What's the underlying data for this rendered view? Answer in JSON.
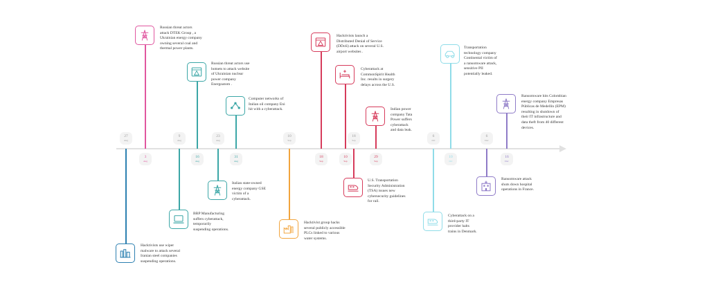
{
  "colors": {
    "axis": "#e1e1e1",
    "pink": "#e0569f",
    "teal": "#3aa6a6",
    "blue": "#2b7fb0",
    "orange": "#f2a43c",
    "red": "#d63a5a",
    "cyan": "#8fdce8",
    "purple": "#8e7ac7"
  },
  "dates": [
    {
      "d": "27",
      "m": "Aug"
    },
    {
      "d": "3",
      "m": "Aug"
    },
    {
      "d": "9",
      "m": "Aug"
    },
    {
      "d": "16",
      "m": "Aug"
    },
    {
      "d": "23",
      "m": "Aug"
    },
    {
      "d": "31",
      "m": "Aug"
    },
    {
      "d": "10",
      "m": "Sep"
    },
    {
      "d": "18",
      "m": "Sep"
    },
    {
      "d": "10",
      "m": "Sep"
    },
    {
      "d": "18",
      "m": "Sep"
    },
    {
      "d": "29",
      "m": "Sep"
    },
    {
      "d": "6",
      "m": "Oct"
    },
    {
      "d": "10",
      "m": "Oct"
    },
    {
      "d": "6",
      "m": "Dec"
    },
    {
      "d": "16",
      "m": "Dec"
    }
  ],
  "events": [
    {
      "icon": "factory-icon",
      "lines": [
        "Hacktivists use wiper",
        "malware to attack several",
        "Iranian steel companies",
        "suspending operations."
      ]
    },
    {
      "icon": "power-tower-icon",
      "lines": [
        "Russian threat actors",
        "attack    DTEK Group   , a",
        "Ukrainian energy company",
        "owning several coal and",
        "thermal power plants."
      ]
    },
    {
      "icon": "laptop-icon",
      "lines": [
        "BRP Manufacturing",
        "suffers cyberattack,",
        "temporarily",
        "suspending operations."
      ]
    },
    {
      "icon": "warning-window-icon",
      "lines": [
        "Russian threat actors use",
        "botnets to attack       website",
        "of Ukrainian nuclear",
        "power company",
        "Energoatom        ."
      ]
    },
    {
      "icon": "power-tower-icon",
      "lines": [
        "Italian state-owned",
        "energy company         GSE",
        "victim of a",
        "cyberattack."
      ]
    },
    {
      "icon": "network-icon",
      "lines": [
        "Computer networks of",
        "Italian oil company       Eni",
        "hit with a cyberattack."
      ]
    },
    {
      "icon": "water-plant-icon",
      "lines": [
        "Hacktivist group hacks",
        "several publicly accessible",
        "PLCs linked to various",
        "water systems."
      ]
    },
    {
      "icon": "warning-window-icon",
      "lines": [
        "Hacktivists launch a",
        "Distributed Denial of Service",
        "(DDoS) attack on several       U.S.",
        "airport websites      ."
      ]
    },
    {
      "icon": "hospital-bed-icon",
      "lines": [
        "Cyberattack at",
        "CommonSpirit Health",
        "Inc.   results in surgery",
        "delays across the U.S."
      ]
    },
    {
      "icon": "train-icon",
      "lines": [
        "U.S. Transportation",
        "Security Administration",
        "(TSA) issues    new",
        "cybersecurity guidelines",
        "for rail."
      ]
    },
    {
      "icon": "power-tower-icon",
      "lines": [
        "Indian power",
        "company        Tata",
        "Power     suffers",
        "cyberattack",
        "and data leak."
      ]
    },
    {
      "icon": "train-icon",
      "lines": [
        "Cyberattack on a",
        "third-party IT",
        "provider       halts",
        "trains in Denmark."
      ]
    },
    {
      "icon": "car-icon",
      "lines": [
        "Transportation",
        "technology company",
        "Continental       victim of",
        "a ransomware attack,",
        "sensitive PII",
        "potentially leaked."
      ]
    },
    {
      "icon": "hospital-building-icon",
      "lines": [
        "Ransomware attack",
        "shuts down      hospital",
        "operations        in France."
      ]
    },
    {
      "icon": "power-tower-icon",
      "lines": [
        "Ransomware hits Colombian",
        "energy company            Empresas",
        "Públicas de Medellín (EPM)",
        "resulting in shutdown of",
        "their IT infrastructure and",
        "data theft from 40 different",
        "devices."
      ]
    }
  ]
}
